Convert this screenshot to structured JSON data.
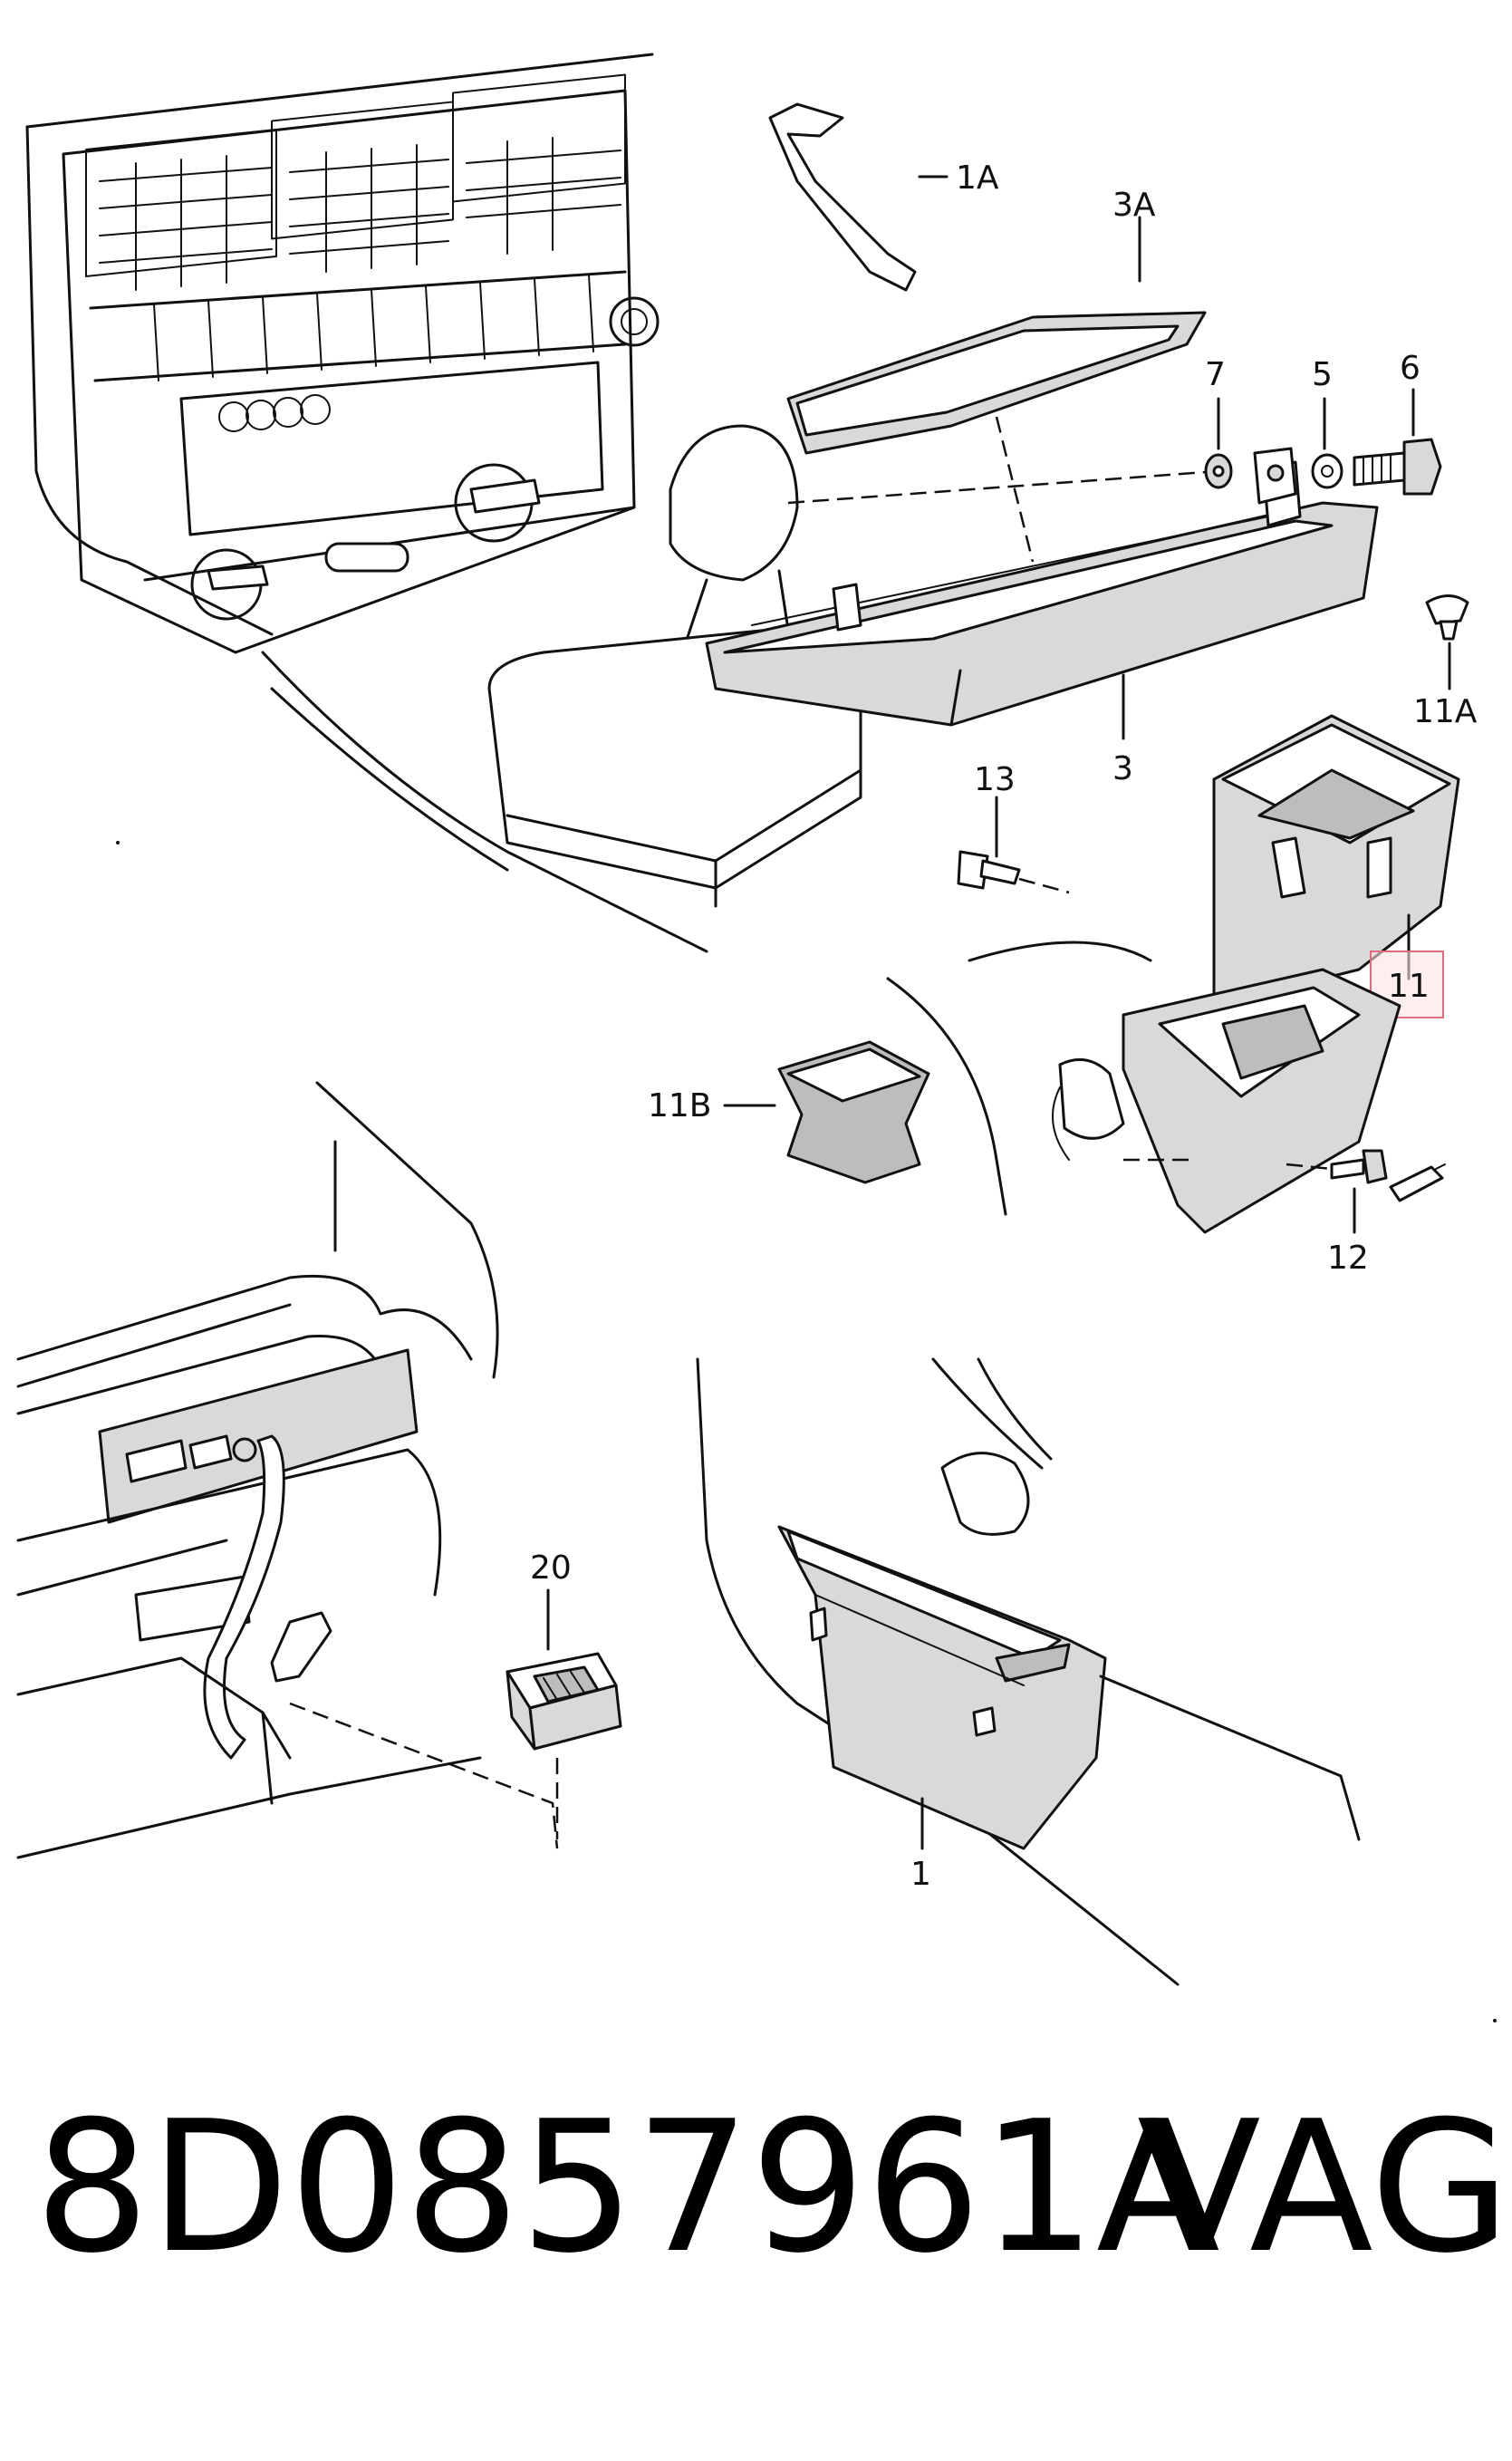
{
  "labels": {
    "p1A": "1A",
    "p3A": "3A",
    "p7": "7",
    "p5": "5",
    "p6": "6",
    "p11A": "11A",
    "p3": "3",
    "p13": "13",
    "p11": "11",
    "p11B": "11B",
    "p12": "12",
    "p20": "20",
    "p1": "1"
  },
  "footer": {
    "part_number": "8D0857961A",
    "brand": "VAG"
  },
  "colors": {
    "highlight_stroke": "#e06b7a",
    "highlight_fill": "#fbe3e6"
  }
}
